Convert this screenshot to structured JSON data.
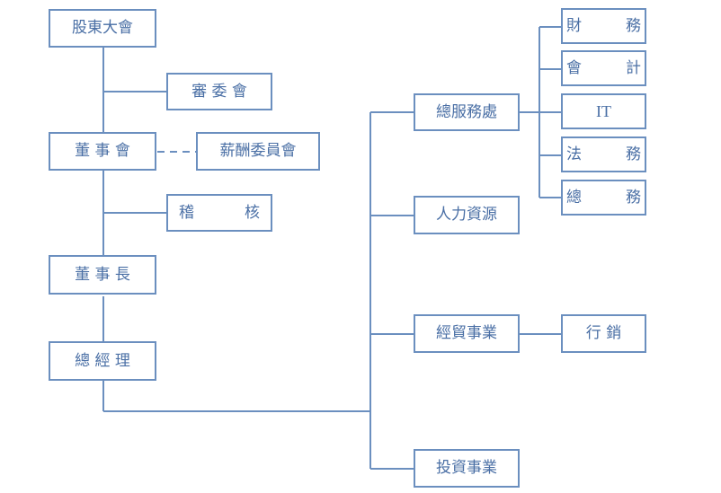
{
  "org_chart": {
    "shareholders": "股東大會",
    "audit_committee": "審 委 會",
    "board": "董 事 會",
    "remuneration_committee": "薪酬委員會",
    "internal_audit": [
      "稽",
      "核"
    ],
    "chairman": "董 事 長",
    "general_manager": "總 經 理",
    "general_services": "總服務處",
    "human_resources": "人力資源",
    "trade_business": "經貿事業",
    "investment_business": "投資事業",
    "finance": [
      "財",
      "務"
    ],
    "accounting": [
      "會",
      "計"
    ],
    "it": "IT",
    "legal": [
      "法",
      "務"
    ],
    "general_affairs": [
      "總",
      "務"
    ],
    "marketing": "行 銷"
  },
  "colors": {
    "line": "#6b8fbf",
    "text": "#4a6fa5"
  }
}
